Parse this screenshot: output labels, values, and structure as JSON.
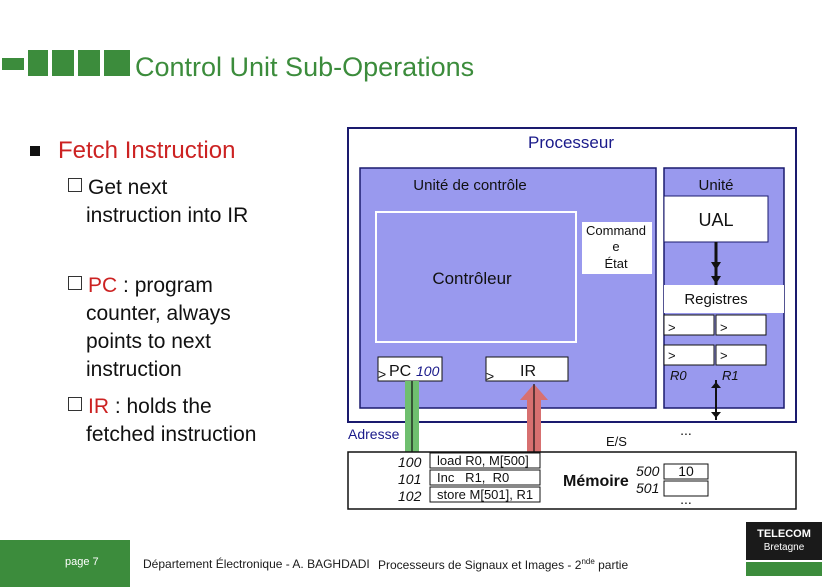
{
  "title": "Control Unit Sub-Operations",
  "bullets": {
    "main": "Fetch Instruction",
    "sub1": [
      "Get next",
      "instruction into IR"
    ],
    "sub2_key": "PC",
    "sub2": [
      " : program",
      "counter, always",
      "points to next",
      "instruction"
    ],
    "sub3_key": "IR",
    "sub3": [
      " : holds the",
      "fetched instruction"
    ]
  },
  "diagram": {
    "processor_label": "Processeur",
    "control_unit_label": "Unité de contrôle",
    "unit_label": "Unité",
    "controller_label": "Contrôleur",
    "command_label": [
      "Command",
      "e"
    ],
    "state_label": "État",
    "alu_label": "UAL",
    "registers_label": "Registres",
    "r0_label": "R0",
    "r1_label": "R1",
    "pc_label": "PC",
    "pc_value": "100",
    "ir_label": "IR",
    "address_label": "Adresse",
    "io_label": "E/S",
    "memory_label": "Mémoire",
    "dots_top": "...",
    "dots_bottom": "...",
    "addresses": [
      "100",
      "101",
      "102"
    ],
    "instructions": [
      "load R0, M[500]",
      "Inc   R1,  R0",
      "store M[501], R1"
    ],
    "data_addresses": [
      "500",
      "501"
    ],
    "data_value": "10",
    "colors": {
      "box_bg": "#9999ee",
      "box_border": "#1a1a6e",
      "title_green": "#3c8c3c",
      "label_blue": "#1a1a8a",
      "arrow_green": "#6fbf6f",
      "arrow_red": "#d77070"
    }
  },
  "footer": {
    "page": "page 7",
    "dept": "Département Électronique - A. BAGHDADI",
    "course": "Processeurs de Signaux et Images - 2",
    "course_sup": "nde",
    "course_end": " partie",
    "logo_line1": "TELECOM",
    "logo_line2": "Bretagne"
  }
}
